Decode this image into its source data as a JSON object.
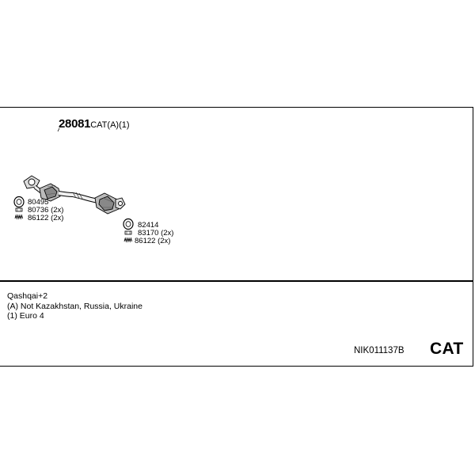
{
  "main_part": {
    "number": "28081",
    "suffix": "CAT(A)(1)"
  },
  "parts": [
    {
      "number": "80495",
      "qty": "",
      "icon": "gasket-ring-icon"
    },
    {
      "number": "80736",
      "qty": "(2x)",
      "icon": "nut-icon"
    },
    {
      "number": "86122",
      "qty": "(2x)",
      "icon": "spring-icon"
    },
    {
      "number": "82414",
      "qty": "",
      "icon": "gasket-ring-icon"
    },
    {
      "number": "83170",
      "qty": "(2x)",
      "icon": "nut-icon"
    },
    {
      "number": "86122",
      "qty": "(2x)",
      "icon": "spring-icon"
    }
  ],
  "notes": {
    "model": "Qashqai+2",
    "note_a": "(A) Not Kazakhstan, Russia, Ukraine",
    "note_1": "(1) Euro 4"
  },
  "reference_code": "NIK011137B",
  "category": "CAT"
}
